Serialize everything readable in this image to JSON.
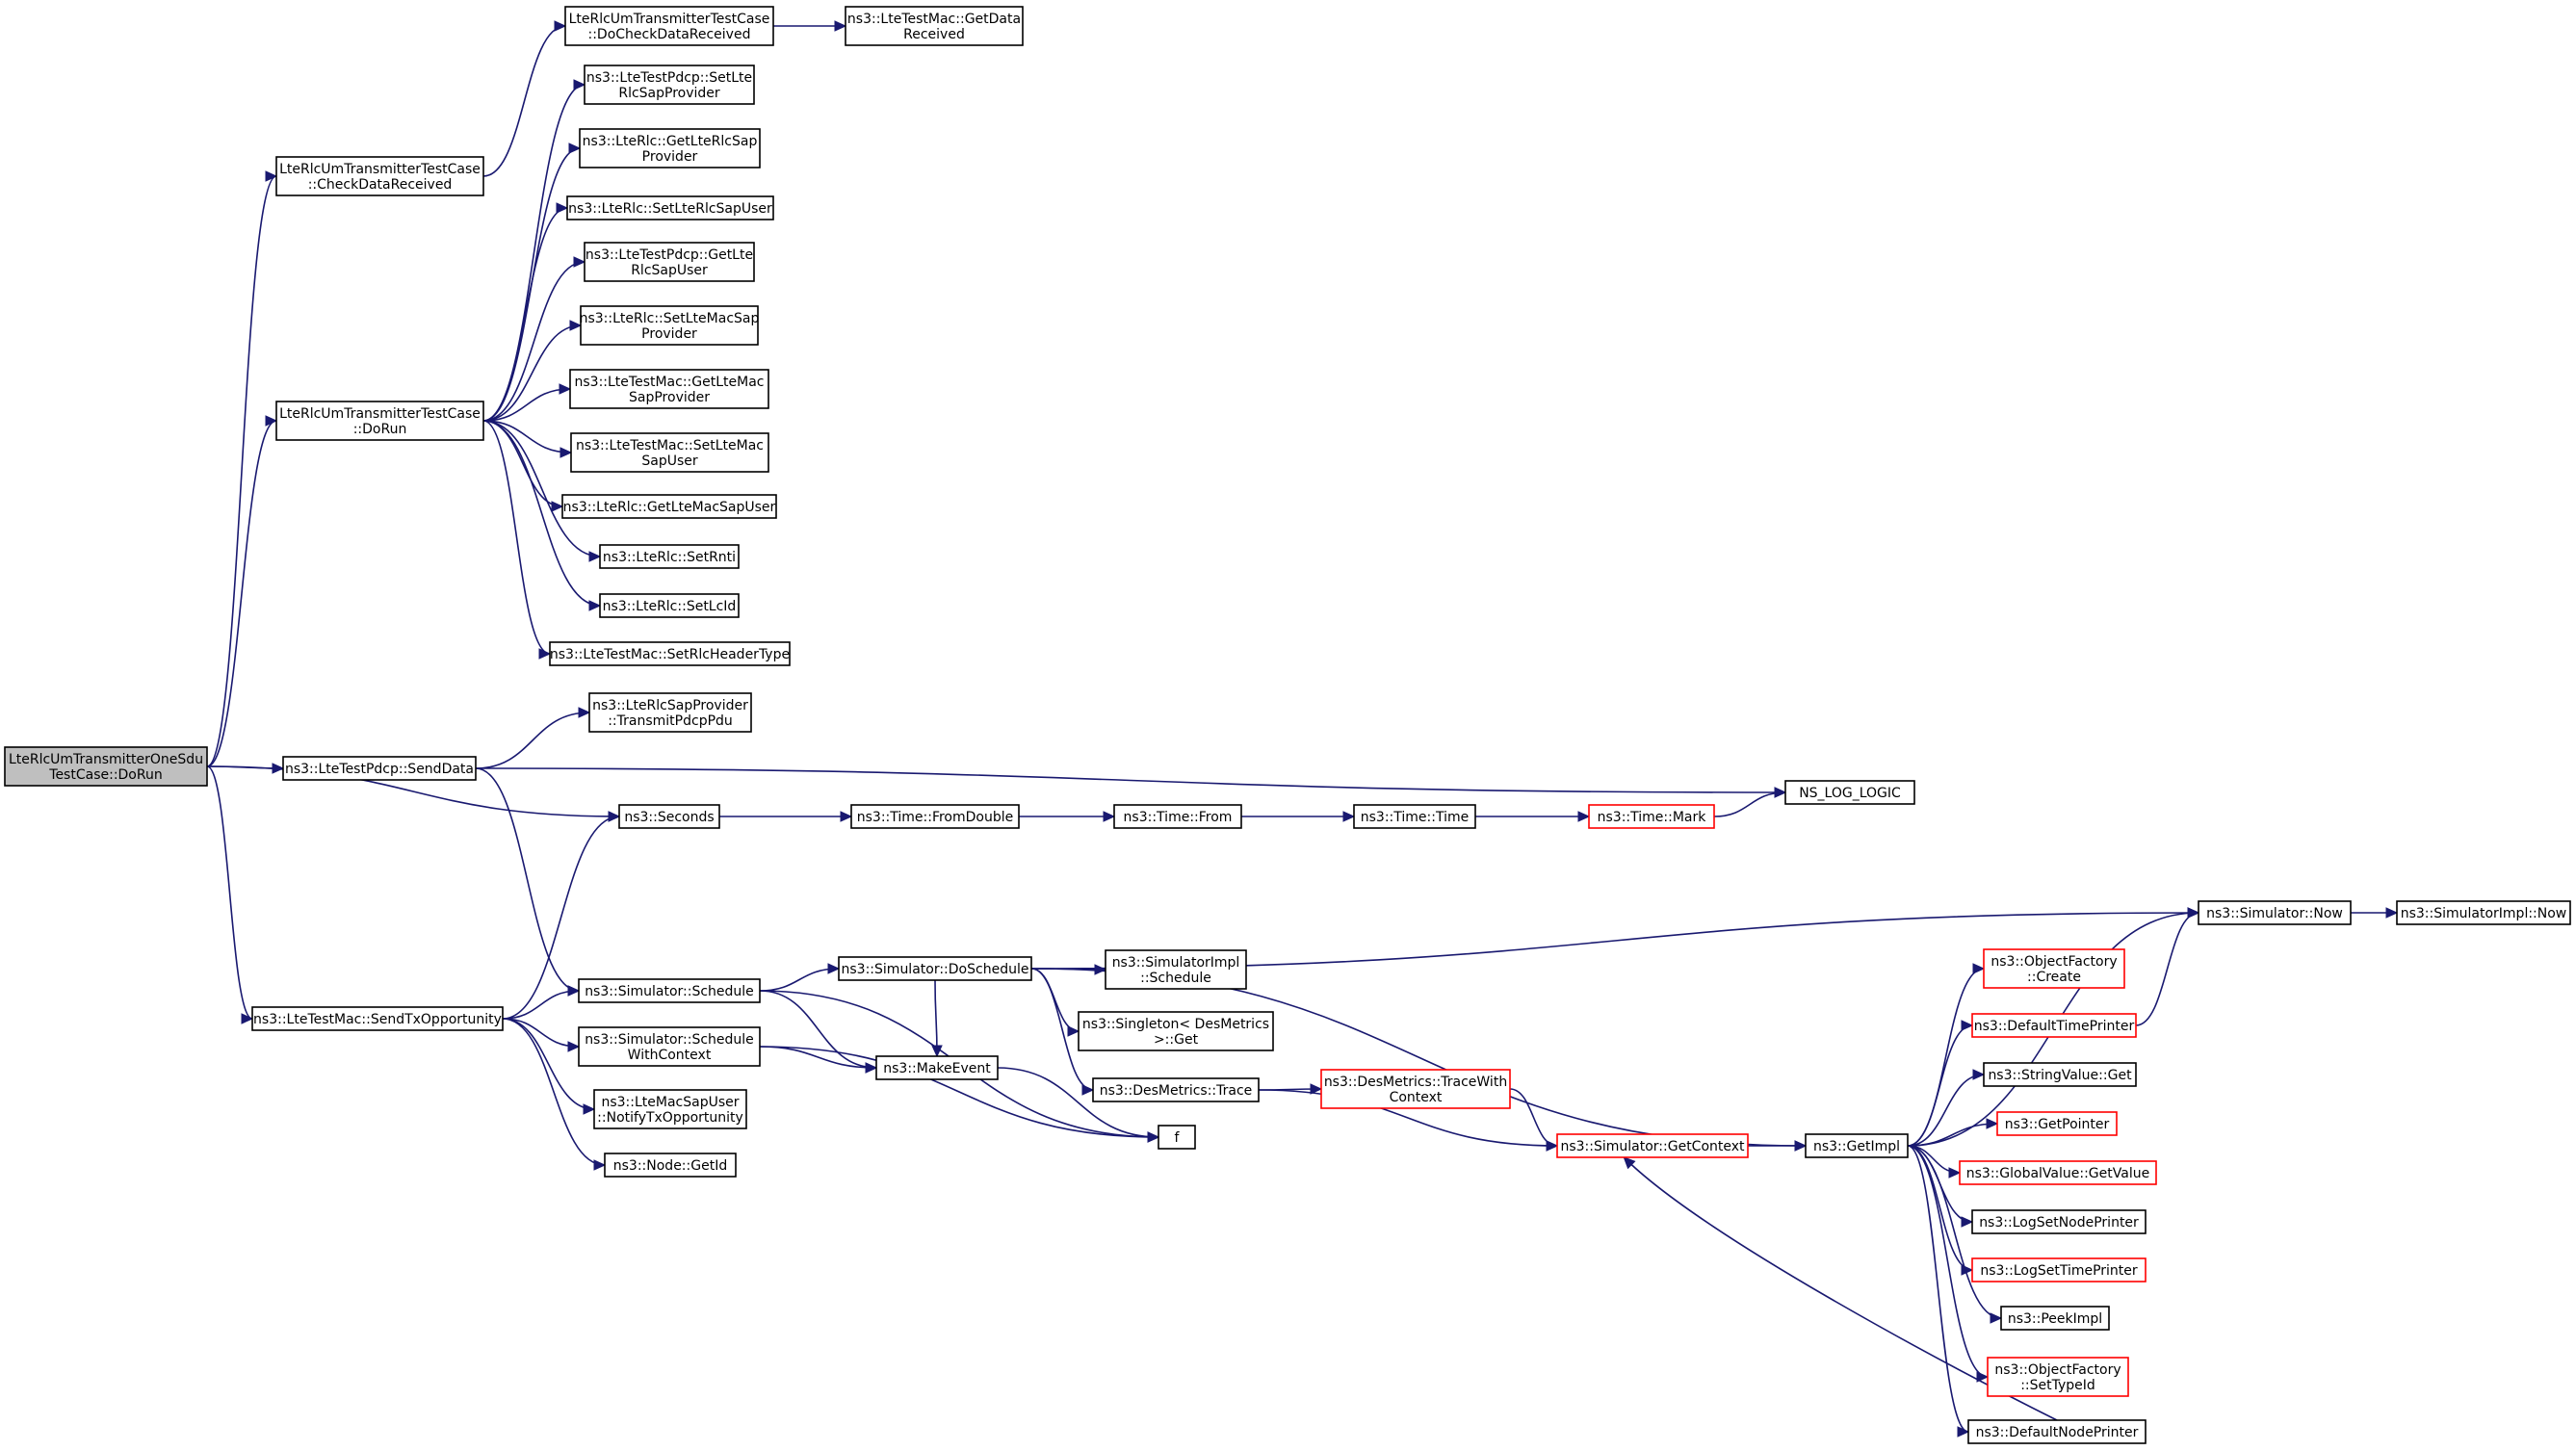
{
  "colors": {
    "edge": "#191970",
    "node_border": "#000000",
    "node_border_truncated": "#ff0000",
    "root_fill": "#bfbfbf"
  },
  "nodes": [
    {
      "id": "root",
      "lines": [
        "LteRlcUmTransmitterOneSdu",
        "TestCase::DoRun"
      ],
      "style": "root"
    },
    {
      "id": "checkData",
      "lines": [
        "LteRlcUmTransmitterTestCase",
        "::CheckDataReceived"
      ]
    },
    {
      "id": "doCheck",
      "lines": [
        "LteRlcUmTransmitterTestCase",
        "::DoCheckDataReceived"
      ]
    },
    {
      "id": "getDataRecv",
      "lines": [
        "ns3::LteTestMac::GetData",
        "Received"
      ]
    },
    {
      "id": "tcDoRun",
      "lines": [
        "LteRlcUmTransmitterTestCase",
        "::DoRun"
      ]
    },
    {
      "id": "setLteRlcSapProv",
      "lines": [
        "ns3::LteTestPdcp::SetLte",
        "RlcSapProvider"
      ]
    },
    {
      "id": "getLteRlcSapProv",
      "lines": [
        "ns3::LteRlc::GetLteRlcSap",
        "Provider"
      ]
    },
    {
      "id": "setLteRlcSapUser",
      "lines": [
        "ns3::LteRlc::SetLteRlcSapUser"
      ]
    },
    {
      "id": "getLteRlcSapUser",
      "lines": [
        "ns3::LteTestPdcp::GetLte",
        "RlcSapUser"
      ]
    },
    {
      "id": "setLteMacSapProv",
      "lines": [
        "ns3::LteRlc::SetLteMacSap",
        "Provider"
      ]
    },
    {
      "id": "getLteMacSapProv",
      "lines": [
        "ns3::LteTestMac::GetLteMac",
        "SapProvider"
      ]
    },
    {
      "id": "setLteMacSapUser",
      "lines": [
        "ns3::LteTestMac::SetLteMac",
        "SapUser"
      ]
    },
    {
      "id": "getLteMacSapUser",
      "lines": [
        "ns3::LteRlc::GetLteMacSapUser"
      ]
    },
    {
      "id": "setRnti",
      "lines": [
        "ns3::LteRlc::SetRnti"
      ]
    },
    {
      "id": "setLcId",
      "lines": [
        "ns3::LteRlc::SetLcId"
      ]
    },
    {
      "id": "setRlcHdr",
      "lines": [
        "ns3::LteTestMac::SetRlcHeaderType"
      ]
    },
    {
      "id": "transmitPdcpPdu",
      "lines": [
        "ns3::LteRlcSapProvider",
        "::TransmitPdcpPdu"
      ]
    },
    {
      "id": "sendData",
      "lines": [
        "ns3::LteTestPdcp::SendData"
      ]
    },
    {
      "id": "nsLogLogic",
      "lines": [
        "NS_LOG_LOGIC"
      ]
    },
    {
      "id": "seconds",
      "lines": [
        "ns3::Seconds"
      ]
    },
    {
      "id": "fromDouble",
      "lines": [
        "ns3::Time::FromDouble"
      ]
    },
    {
      "id": "timeFrom",
      "lines": [
        "ns3::Time::From"
      ]
    },
    {
      "id": "timeTime",
      "lines": [
        "ns3::Time::Time"
      ]
    },
    {
      "id": "timeMark",
      "lines": [
        "ns3::Time::Mark"
      ],
      "style": "red"
    },
    {
      "id": "simNow",
      "lines": [
        "ns3::Simulator::Now"
      ]
    },
    {
      "id": "simImplNow",
      "lines": [
        "ns3::SimulatorImpl::Now"
      ]
    },
    {
      "id": "sendTxOpp",
      "lines": [
        "ns3::LteTestMac::SendTxOpportunity"
      ]
    },
    {
      "id": "simSchedule",
      "lines": [
        "ns3::Simulator::Schedule"
      ]
    },
    {
      "id": "simDoSchedule",
      "lines": [
        "ns3::Simulator::DoSchedule"
      ]
    },
    {
      "id": "simImplSchedule",
      "lines": [
        "ns3::SimulatorImpl",
        "::Schedule"
      ]
    },
    {
      "id": "singletonGet",
      "lines": [
        "ns3::Singleton< DesMetrics",
        ">::Get"
      ]
    },
    {
      "id": "desTrace",
      "lines": [
        "ns3::DesMetrics::Trace"
      ]
    },
    {
      "id": "desTraceCtx",
      "lines": [
        "ns3::DesMetrics::TraceWith",
        "Context"
      ],
      "style": "red"
    },
    {
      "id": "simGetContext",
      "lines": [
        "ns3::Simulator::GetContext"
      ],
      "style": "red"
    },
    {
      "id": "getImpl",
      "lines": [
        "ns3::GetImpl"
      ]
    },
    {
      "id": "schedWithCtx",
      "lines": [
        "ns3::Simulator::Schedule",
        "WithContext"
      ]
    },
    {
      "id": "makeEvent",
      "lines": [
        "ns3::MakeEvent"
      ]
    },
    {
      "id": "f",
      "lines": [
        "f"
      ]
    },
    {
      "id": "notifyTxOpp",
      "lines": [
        "ns3::LteMacSapUser",
        "::NotifyTxOpportunity"
      ]
    },
    {
      "id": "nodeGetId",
      "lines": [
        "ns3::Node::GetId"
      ]
    },
    {
      "id": "objFactCreate",
      "lines": [
        "ns3::ObjectFactory",
        "::Create"
      ],
      "style": "red"
    },
    {
      "id": "defTimePrinter",
      "lines": [
        "ns3::DefaultTimePrinter"
      ],
      "style": "red"
    },
    {
      "id": "strValueGet",
      "lines": [
        "ns3::StringValue::Get"
      ]
    },
    {
      "id": "getPointer",
      "lines": [
        "ns3::GetPointer"
      ],
      "style": "red"
    },
    {
      "id": "globalValueGet",
      "lines": [
        "ns3::GlobalValue::GetValue"
      ],
      "style": "red"
    },
    {
      "id": "logSetNodePrinter",
      "lines": [
        "ns3::LogSetNodePrinter"
      ]
    },
    {
      "id": "logSetTimePrinter",
      "lines": [
        "ns3::LogSetTimePrinter"
      ],
      "style": "red"
    },
    {
      "id": "peekImpl",
      "lines": [
        "ns3::PeekImpl"
      ]
    },
    {
      "id": "objFactSetTypeId",
      "lines": [
        "ns3::ObjectFactory",
        "::SetTypeId"
      ],
      "style": "red"
    },
    {
      "id": "defNodePrinter",
      "lines": [
        "ns3::DefaultNodePrinter"
      ]
    }
  ],
  "edges": [
    {
      "from": "root",
      "to": "checkData"
    },
    {
      "from": "root",
      "to": "tcDoRun"
    },
    {
      "from": "root",
      "to": "sendData"
    },
    {
      "from": "root",
      "to": "seconds"
    },
    {
      "from": "root",
      "to": "sendTxOpp"
    },
    {
      "from": "checkData",
      "to": "doCheck"
    },
    {
      "from": "doCheck",
      "to": "getDataRecv"
    },
    {
      "from": "tcDoRun",
      "to": "setLteRlcSapProv"
    },
    {
      "from": "tcDoRun",
      "to": "getLteRlcSapProv"
    },
    {
      "from": "tcDoRun",
      "to": "setLteRlcSapUser"
    },
    {
      "from": "tcDoRun",
      "to": "getLteRlcSapUser"
    },
    {
      "from": "tcDoRun",
      "to": "setLteMacSapProv"
    },
    {
      "from": "tcDoRun",
      "to": "getLteMacSapProv"
    },
    {
      "from": "tcDoRun",
      "to": "setLteMacSapUser"
    },
    {
      "from": "tcDoRun",
      "to": "getLteMacSapUser"
    },
    {
      "from": "tcDoRun",
      "to": "setRnti"
    },
    {
      "from": "tcDoRun",
      "to": "setLcId"
    },
    {
      "from": "tcDoRun",
      "to": "setRlcHdr"
    },
    {
      "from": "sendData",
      "to": "transmitPdcpPdu"
    },
    {
      "from": "sendData",
      "to": "nsLogLogic"
    },
    {
      "from": "sendData",
      "to": "simSchedule"
    },
    {
      "from": "seconds",
      "to": "fromDouble"
    },
    {
      "from": "fromDouble",
      "to": "timeFrom"
    },
    {
      "from": "timeFrom",
      "to": "timeTime"
    },
    {
      "from": "timeTime",
      "to": "timeMark"
    },
    {
      "from": "timeMark",
      "to": "nsLogLogic"
    },
    {
      "from": "sendTxOpp",
      "to": "seconds"
    },
    {
      "from": "sendTxOpp",
      "to": "simSchedule"
    },
    {
      "from": "sendTxOpp",
      "to": "schedWithCtx"
    },
    {
      "from": "sendTxOpp",
      "to": "notifyTxOpp"
    },
    {
      "from": "sendTxOpp",
      "to": "nodeGetId"
    },
    {
      "from": "simSchedule",
      "to": "simDoSchedule"
    },
    {
      "from": "simSchedule",
      "to": "makeEvent"
    },
    {
      "from": "simSchedule",
      "to": "f"
    },
    {
      "from": "schedWithCtx",
      "to": "makeEvent"
    },
    {
      "from": "schedWithCtx",
      "to": "f"
    },
    {
      "from": "makeEvent",
      "to": "f"
    },
    {
      "from": "simDoSchedule",
      "to": "simNow"
    },
    {
      "from": "simDoSchedule",
      "to": "getImpl"
    },
    {
      "from": "simDoSchedule",
      "to": "simImplSchedule"
    },
    {
      "from": "simDoSchedule",
      "to": "singletonGet"
    },
    {
      "from": "simDoSchedule",
      "to": "desTrace"
    },
    {
      "from": "simDoSchedule",
      "to": "makeEvent"
    },
    {
      "from": "desTrace",
      "to": "desTraceCtx"
    },
    {
      "from": "desTrace",
      "to": "simGetContext"
    },
    {
      "from": "desTraceCtx",
      "to": "simGetContext"
    },
    {
      "from": "simGetContext",
      "to": "getImpl"
    },
    {
      "from": "simNow",
      "to": "simImplNow"
    },
    {
      "from": "getImpl",
      "to": "simNow"
    },
    {
      "from": "getImpl",
      "to": "objFactCreate"
    },
    {
      "from": "getImpl",
      "to": "defTimePrinter"
    },
    {
      "from": "getImpl",
      "to": "strValueGet"
    },
    {
      "from": "getImpl",
      "to": "getPointer"
    },
    {
      "from": "getImpl",
      "to": "globalValueGet"
    },
    {
      "from": "getImpl",
      "to": "logSetNodePrinter"
    },
    {
      "from": "getImpl",
      "to": "logSetTimePrinter"
    },
    {
      "from": "getImpl",
      "to": "peekImpl"
    },
    {
      "from": "getImpl",
      "to": "objFactSetTypeId"
    },
    {
      "from": "getImpl",
      "to": "defNodePrinter"
    },
    {
      "from": "defTimePrinter",
      "to": "simNow"
    },
    {
      "from": "defNodePrinter",
      "to": "simGetContext"
    }
  ]
}
